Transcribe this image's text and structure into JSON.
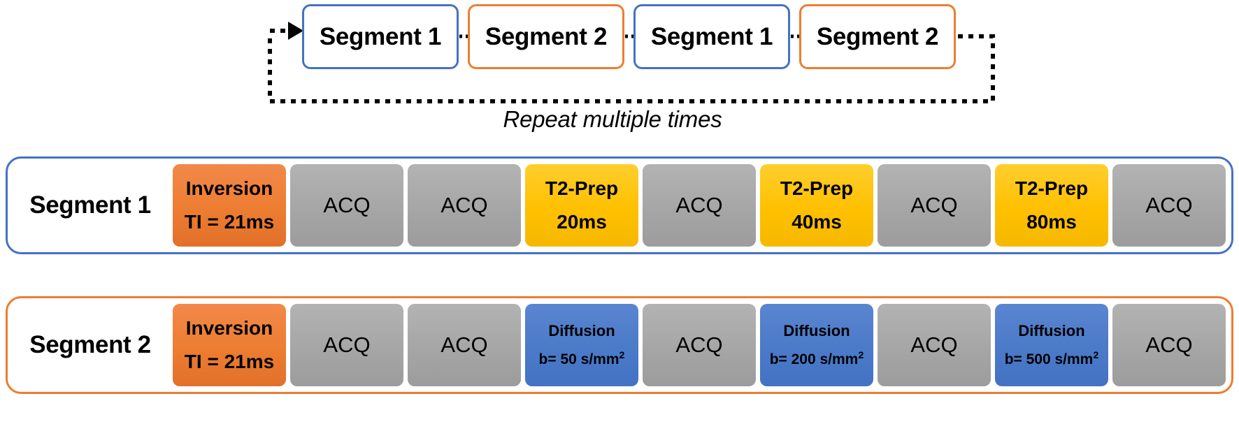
{
  "loop": {
    "nodes": [
      {
        "label": "Segment 1",
        "color": "blue"
      },
      {
        "label": "Segment 2",
        "color": "orange"
      },
      {
        "label": "Segment 1",
        "color": "blue"
      },
      {
        "label": "Segment 2",
        "color": "orange"
      }
    ],
    "caption": "Repeat multiple times",
    "connector_style": "dotted",
    "arrow_icon": "arrow-right-icon"
  },
  "colors": {
    "blue_outline": "#4472C4",
    "orange_outline": "#ED7D31",
    "acq_gray": "#A6A6A6",
    "inversion_orange": "#ED7D31",
    "t2prep_yellow": "#FFC000",
    "diffusion_blue": "#4472C4",
    "connector_black": "#000000",
    "background": "#FFFFFF"
  },
  "segments": [
    {
      "label": "Segment 1",
      "outline": "blue",
      "blocks": [
        {
          "type": "inversion",
          "line1": "Inversion",
          "line2": "TI = 21ms"
        },
        {
          "type": "acq",
          "line1": "ACQ",
          "line2": ""
        },
        {
          "type": "acq",
          "line1": "ACQ",
          "line2": ""
        },
        {
          "type": "t2prep",
          "line1": "T2-Prep",
          "line2": "20ms"
        },
        {
          "type": "acq",
          "line1": "ACQ",
          "line2": ""
        },
        {
          "type": "t2prep",
          "line1": "T2-Prep",
          "line2": "40ms"
        },
        {
          "type": "acq",
          "line1": "ACQ",
          "line2": ""
        },
        {
          "type": "t2prep",
          "line1": "T2-Prep",
          "line2": "80ms"
        },
        {
          "type": "acq",
          "line1": "ACQ",
          "line2": ""
        }
      ]
    },
    {
      "label": "Segment 2",
      "outline": "orange",
      "blocks": [
        {
          "type": "inversion",
          "line1": "Inversion",
          "line2": "TI = 21ms"
        },
        {
          "type": "acq",
          "line1": "ACQ",
          "line2": ""
        },
        {
          "type": "acq",
          "line1": "ACQ",
          "line2": ""
        },
        {
          "type": "diffusion",
          "line1": "Diffusion",
          "line2": "b= 50 s/mm",
          "line2_sup": "2"
        },
        {
          "type": "acq",
          "line1": "ACQ",
          "line2": ""
        },
        {
          "type": "diffusion",
          "line1": "Diffusion",
          "line2": "b= 200 s/mm",
          "line2_sup": "2"
        },
        {
          "type": "acq",
          "line1": "ACQ",
          "line2": ""
        },
        {
          "type": "diffusion",
          "line1": "Diffusion",
          "line2": "b= 500 s/mm",
          "line2_sup": "2"
        },
        {
          "type": "acq",
          "line1": "ACQ",
          "line2": ""
        }
      ]
    }
  ]
}
